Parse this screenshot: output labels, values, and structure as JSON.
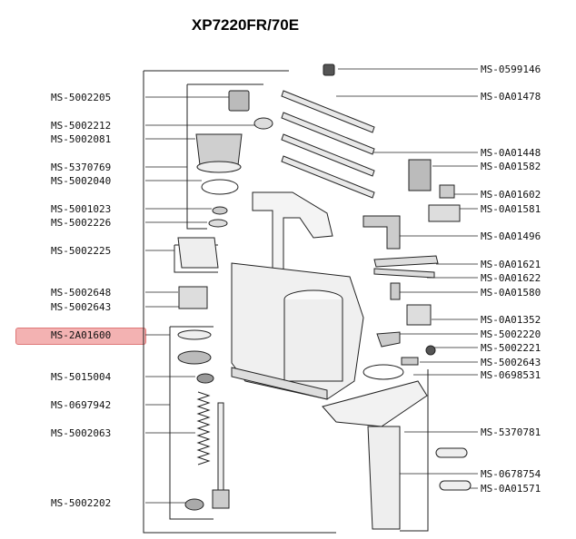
{
  "title": "XP7220FR/70E",
  "highlight_color": "#f2a5a5",
  "left_labels": [
    "MS-5002205",
    "MS-5002212",
    "MS-5002081",
    "MS-5370769",
    "MS-5002040",
    "MS-5001023",
    "MS-5002226",
    "MS-5002225",
    "MS-5002648",
    "MS-5002643",
    "MS-2A01600",
    "MS-5015004",
    "MS-0697942",
    "MS-5002063",
    "MS-5002202"
  ],
  "right_labels": [
    "MS-0599146",
    "MS-0A01478",
    "MS-0A01448",
    "MS-0A01582",
    "MS-0A01602",
    "MS-0A01581",
    "MS-0A01496",
    "MS-0A01621",
    "MS-0A01622",
    "MS-0A01580",
    "MS-0A01352",
    "MS-5002220",
    "MS-5002221",
    "MS-5002643",
    "MS-0698531",
    "MS-5370781",
    "MS-0678754",
    "MS-0A01571"
  ],
  "highlighted_label": "MS-2A01600"
}
